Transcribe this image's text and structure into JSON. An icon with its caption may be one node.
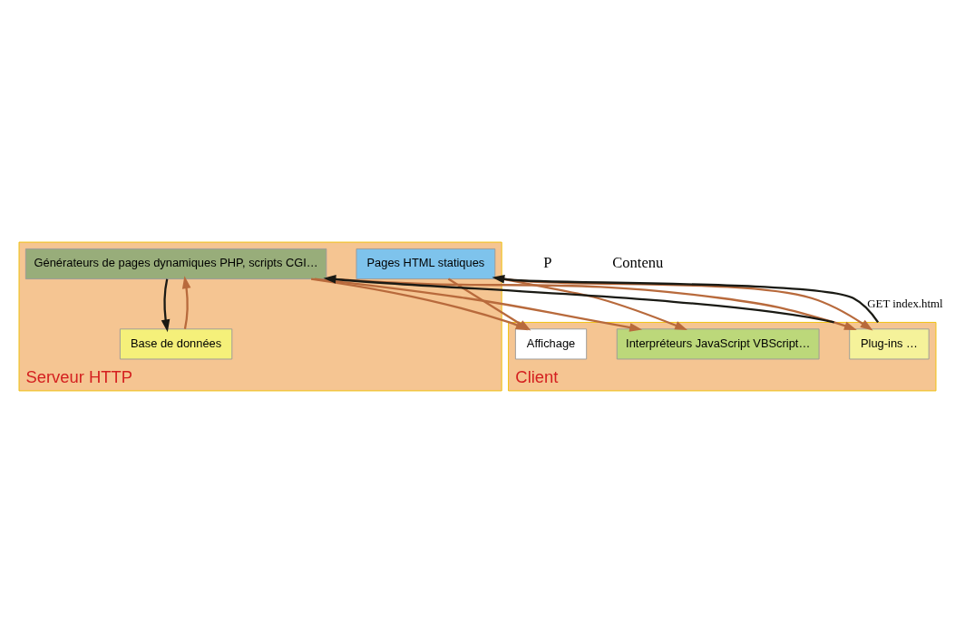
{
  "diagram": {
    "nodes": [
      {
        "text": [
          "Serveur HTTP"
        ]
      },
      {
        "text": [
          "Pages HTML statiques"
        ],
        "in": 0
      },
      {
        "text": [
          "Générateurs de pages dynamiques PHP, scripts CGI…"
        ],
        "in": 0
      },
      {
        "text": [
          "Base de données"
        ],
        "in": 0
      },
      {
        "text": [
          "Client"
        ]
      },
      {
        "text": [
          "Plug-ins …"
        ],
        "in": 4
      },
      {
        "text": [
          "Interpréteurs JavaScript VBScript…"
        ],
        "in": 4
      },
      {
        "text": [
          "Affichage"
        ],
        "in": 4
      }
    ],
    "edges": [
      {
        "from": 4,
        "to": 1,
        "arrow": "to",
        "label": "GET index.html",
        "color": "#1a1a14"
      },
      {
        "from": 4,
        "to": 2,
        "arrow": "to",
        "color": "#1a1a14"
      },
      {
        "from": 1,
        "to": 7,
        "arrow": "to"
      },
      {
        "from": 2,
        "to": 7,
        "arrow": "to"
      },
      {
        "from": 1,
        "to": 5,
        "arrow": "to"
      },
      {
        "from": 1,
        "to": 6,
        "arrow": "to"
      },
      {
        "from": 2,
        "to": 5,
        "arrow": "to"
      },
      {
        "from": 2,
        "to": 6,
        "arrow": "to"
      },
      {
        "from": 3,
        "to": 2,
        "arrow": "to"
      },
      {
        "from": 2,
        "to": 3,
        "arrow": "to",
        "color": "#1a1a14"
      }
    ],
    "labels": [
      "P",
      "Contenu"
    ]
  }
}
